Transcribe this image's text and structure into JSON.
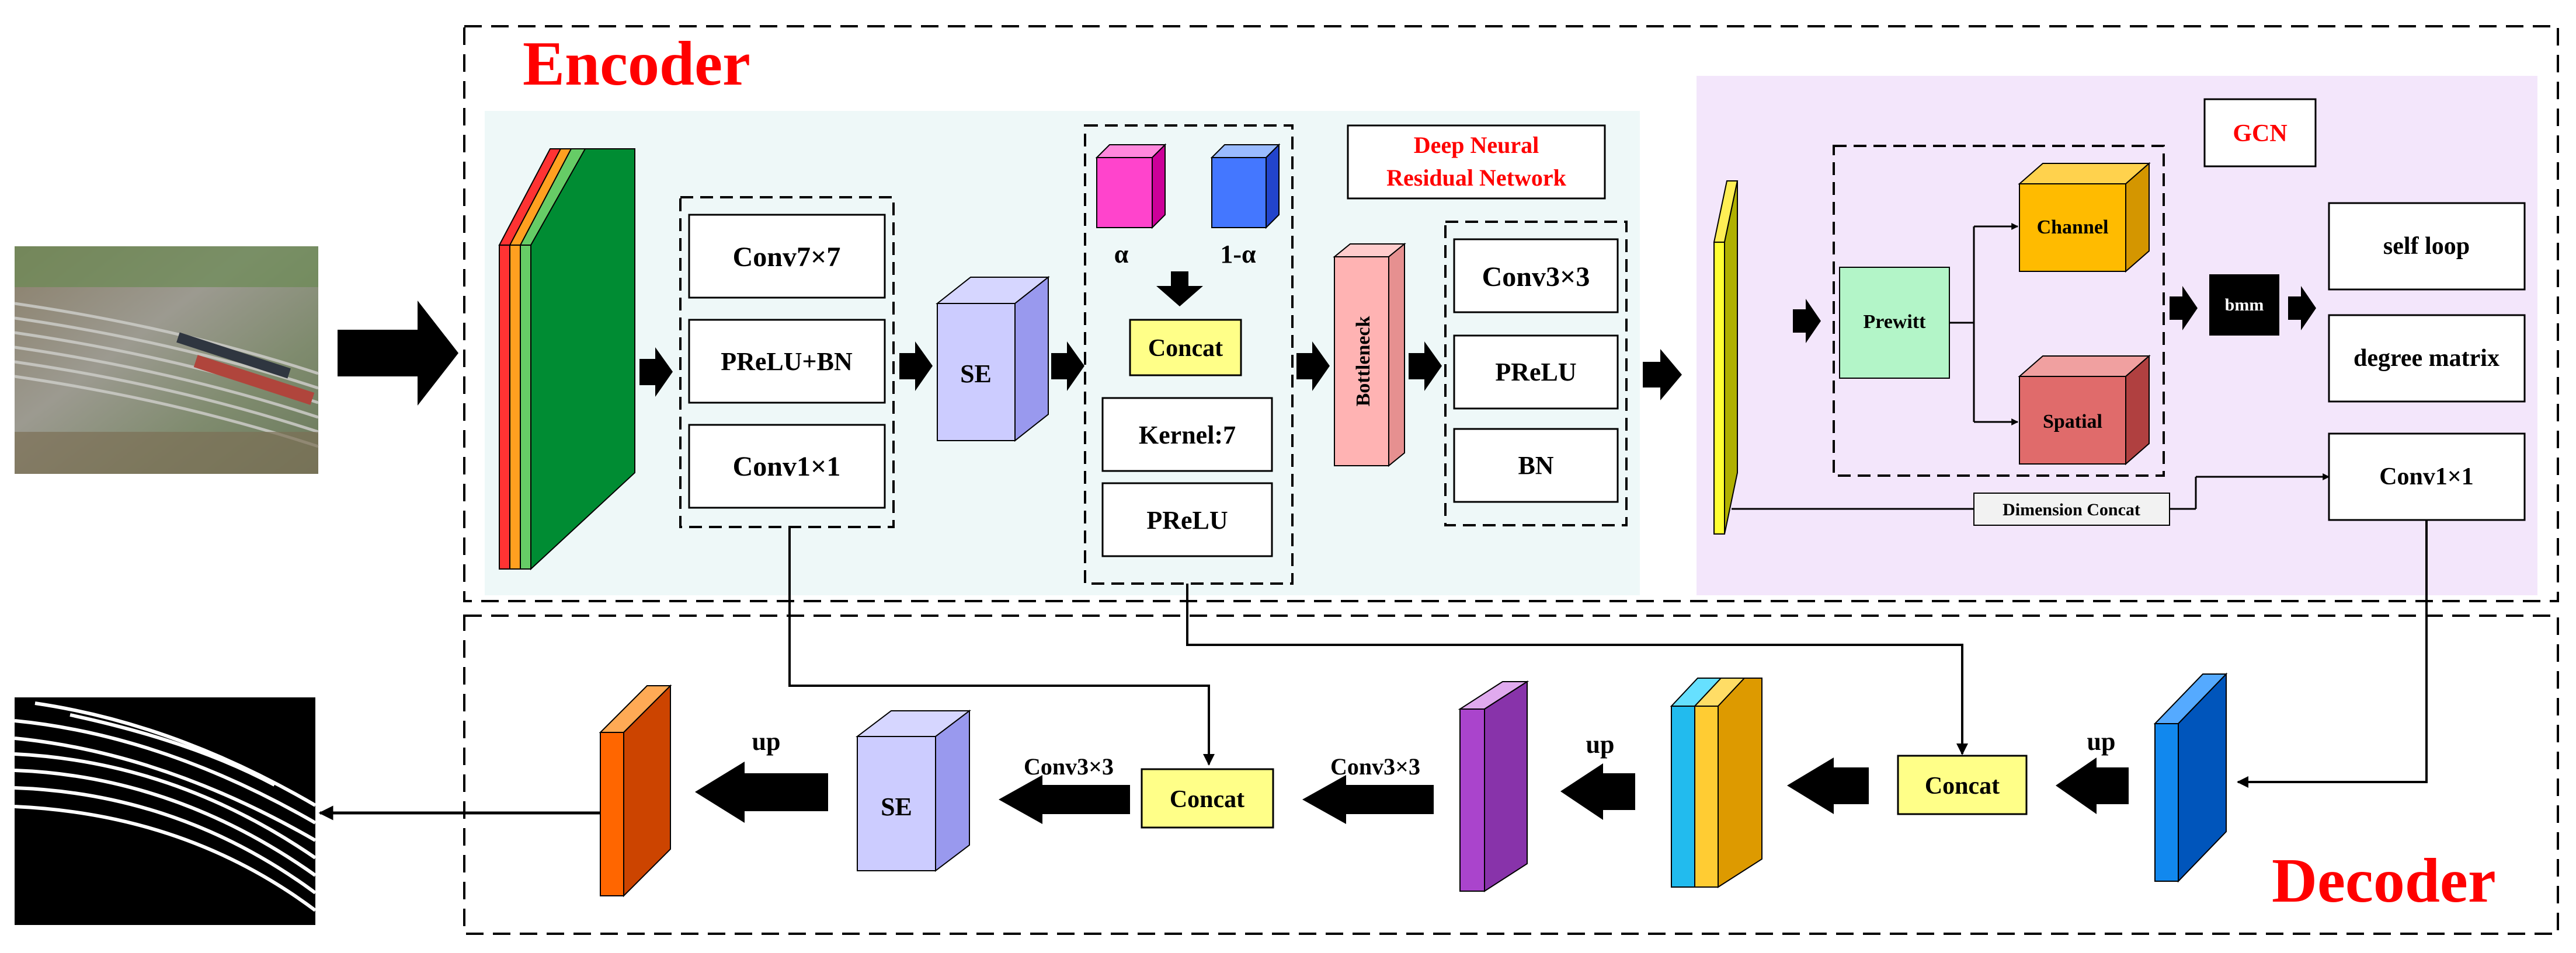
{
  "encoder": {
    "title": "Encoder",
    "block1": {
      "conv7": "Conv7×7",
      "prelu_bn": "PReLU+BN",
      "conv1": "Conv1×1"
    },
    "se": "SE",
    "attention": {
      "alpha": "α",
      "one_minus_alpha": "1-α",
      "concat": "Concat",
      "kernel": "Kernel:7",
      "prelu": "PReLU"
    },
    "resnet_label_line1": "Deep Neural",
    "resnet_label_line2": "Residual Network",
    "bottleneck": "Bottleneck",
    "block2": {
      "conv3": "Conv3×3",
      "prelu": "PReLU",
      "bn": "BN"
    }
  },
  "gcn": {
    "title": "GCN",
    "prewitt": "Prewitt",
    "channel": "Channel",
    "spatial": "Spatial",
    "bmm": "bmm",
    "self_loop": "self loop",
    "degree_matrix": "degree matrix",
    "conv1": "Conv1×1",
    "dimension_concat": "Dimension Concat"
  },
  "decoder": {
    "title": "Decoder",
    "up1": "up",
    "concat1": "Concat",
    "up2": "up",
    "conv3_a": "Conv3×3",
    "concat2": "Concat",
    "conv3_b": "Conv3×3",
    "se": "SE",
    "up3": "up"
  },
  "colors": {
    "encoder_bg": "#eef8f8",
    "gcn_bg": "#f3e6fb",
    "text_red": "#ff0000",
    "highlight_yellow": "#ffff88",
    "se_face": "#ccccff",
    "bottleneck_face": "#ffb3b3"
  }
}
